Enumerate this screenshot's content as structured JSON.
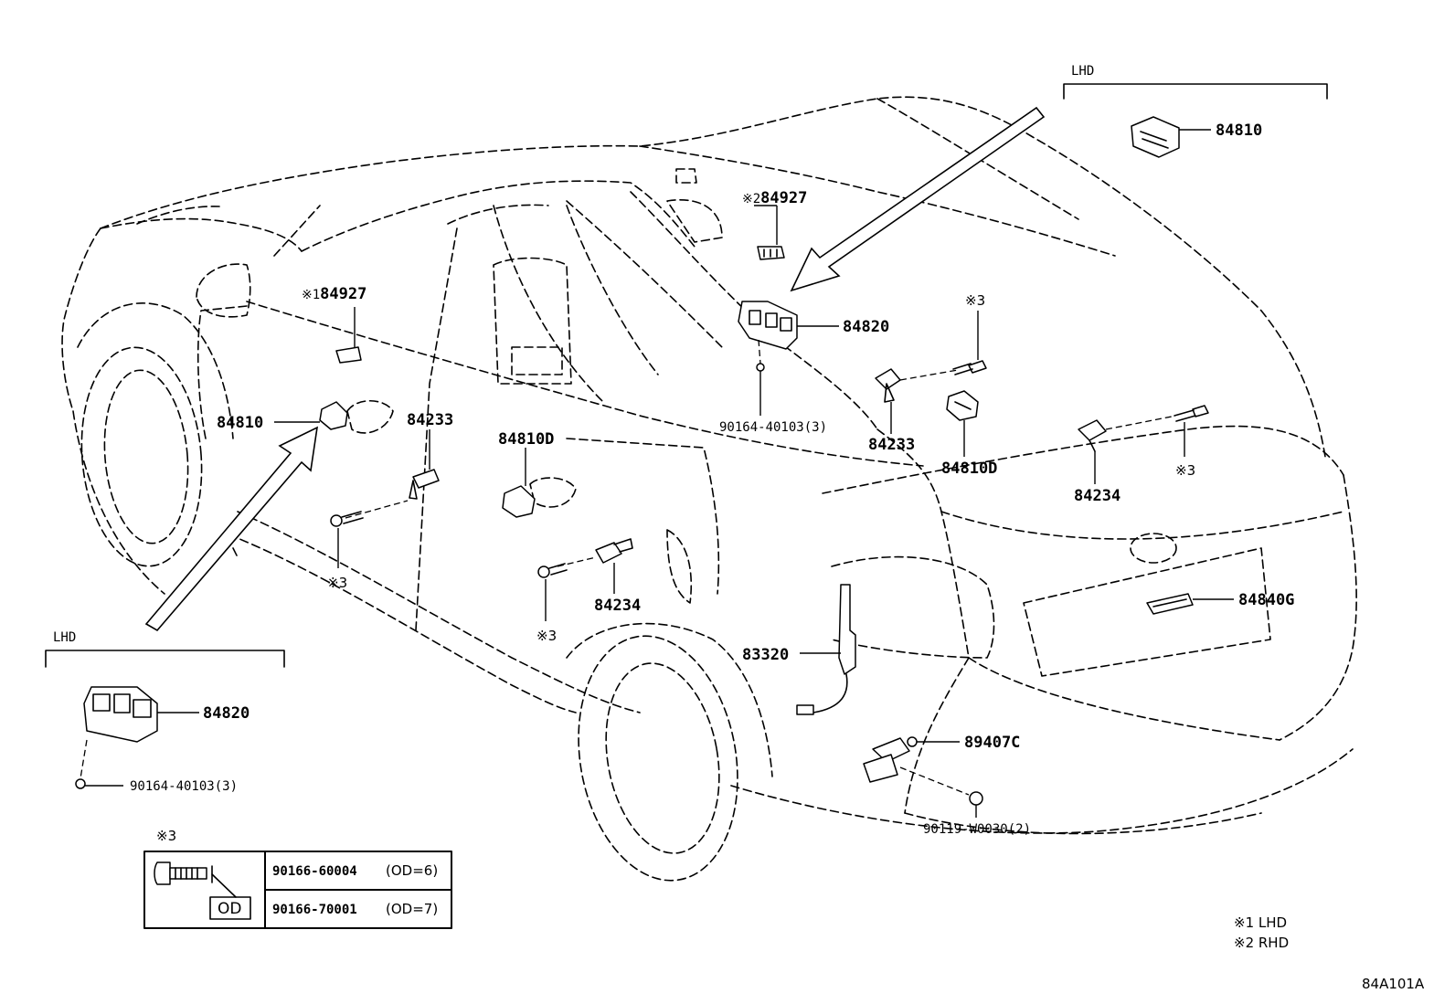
{
  "diagram_id": "84A101A",
  "groups": {
    "lhd_top": "LHD",
    "lhd_bottom": "LHD"
  },
  "parts": {
    "p84810_top": "84810",
    "p84927_rhd": "84927",
    "p84927_rhd_mark": "※2",
    "p84927_lhd": "84927",
    "p84927_lhd_mark": "※1",
    "p84820_main": "84820",
    "p90164_main": "90164-40103(3)",
    "p84233_right": "84233",
    "p84810D_right": "84810D",
    "p84234_right": "84234",
    "p84810_left": "84810",
    "p84233_left": "84233",
    "p84810D_left": "84810D",
    "p84234_left": "84234",
    "p84840G": "84840G",
    "p83320": "83320",
    "p89407C": "89407C",
    "p90119": "90119-W0030(2)",
    "p84820_lhd": "84820",
    "p90164_lhd": "90164-40103(3)",
    "mark3": "※3"
  },
  "bolt_table": {
    "mark": "※3",
    "od_label": "OD",
    "rows": [
      {
        "part": "90166-60004",
        "spec": "(OD=6)"
      },
      {
        "part": "90166-70001",
        "spec": "(OD=7)"
      }
    ]
  },
  "legend": [
    "※1 LHD",
    "※2 RHD"
  ]
}
